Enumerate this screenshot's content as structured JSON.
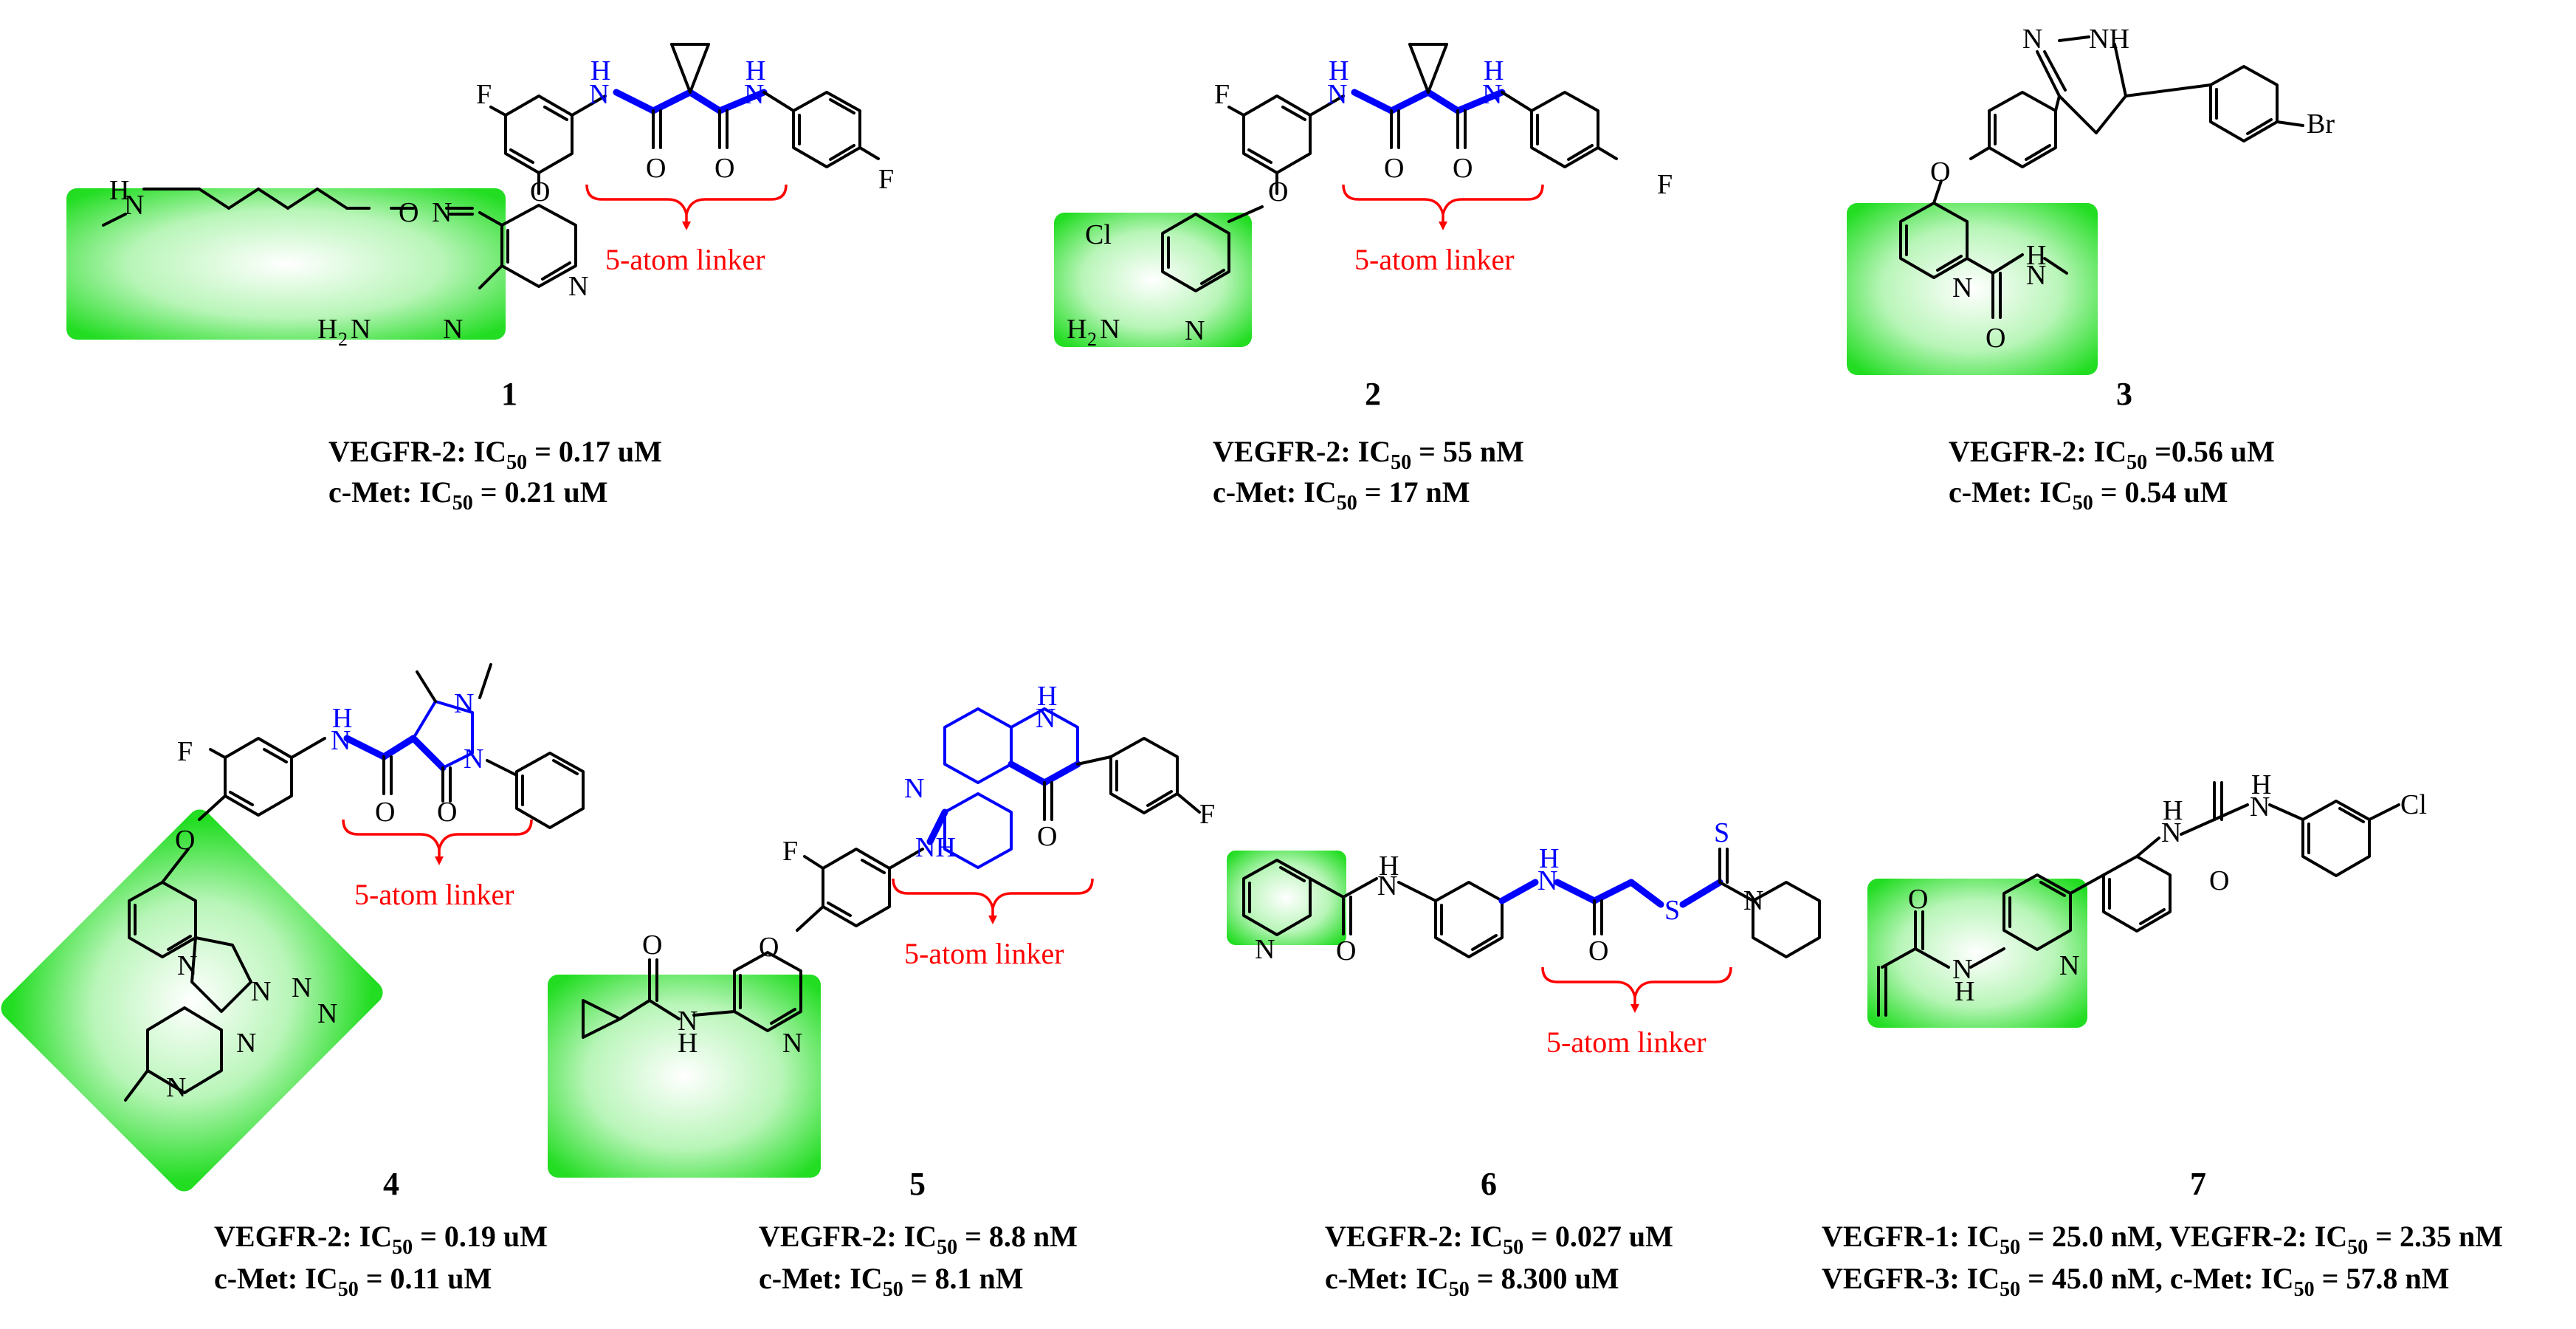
{
  "linker_label": "5-atom linker",
  "compounds": [
    {
      "id": "1",
      "line1": "VEGFR-2: IC",
      "sub1": "50",
      "rest1": " = 0.17  uM",
      "line2": "c-Met: IC",
      "sub2": "50",
      "rest2": " =  0.21 uM"
    },
    {
      "id": "2",
      "line1": "VEGFR-2: IC",
      "sub1": "50",
      "rest1": " = 55 nM",
      "line2": "c-Met: IC",
      "sub2": "50",
      "rest2": " =  17 nM"
    },
    {
      "id": "3",
      "line1": "VEGFR-2: IC",
      "sub1": "50",
      "rest1": " =0.56 uM",
      "line2": "c-Met: IC",
      "sub2": "50",
      "rest2": " =  0.54 uM"
    },
    {
      "id": "4",
      "line1": "VEGFR-2: IC",
      "sub1": "50",
      "rest1": " = 0.19 uM",
      "line2": "c-Met: IC",
      "sub2": "50",
      "rest2": " =  0.11 uM"
    },
    {
      "id": "5",
      "line1": "VEGFR-2: IC",
      "sub1": "50",
      "rest1": " = 8.8 nM",
      "line2": "c-Met: IC",
      "sub2": "50",
      "rest2": " =  8.1 nM"
    },
    {
      "id": "6",
      "line1": "VEGFR-2: IC",
      "sub1": "50",
      "rest1": " = 0.027 uM",
      "line2": "c-Met: IC",
      "sub2": "50",
      "rest2": " =  8.300 uM"
    },
    {
      "id": "7",
      "line1": "VEGFR-1: IC",
      "sub1": "50",
      "rest1": " = 25.0 nM, VEGFR-2: IC",
      "sub1b": "50",
      "rest1b": " = 2.35 nM",
      "line2": "VEGFR-3: IC",
      "sub2": "50",
      "rest2": " = 45.0 nM, c-Met: IC",
      "sub2b": "50",
      "rest2b": " =  57.8 nM"
    }
  ],
  "atoms": {
    "F": "F",
    "N": "N",
    "H": "H",
    "NH": "NH",
    "O": "O",
    "Cl": "Cl",
    "Br": "Br",
    "S": "S",
    "H2N": "H",
    "two": "2"
  },
  "colors": {
    "highlight": "#22dd22",
    "linker_bond": "#0000ff",
    "annotation": "#ff0000"
  }
}
